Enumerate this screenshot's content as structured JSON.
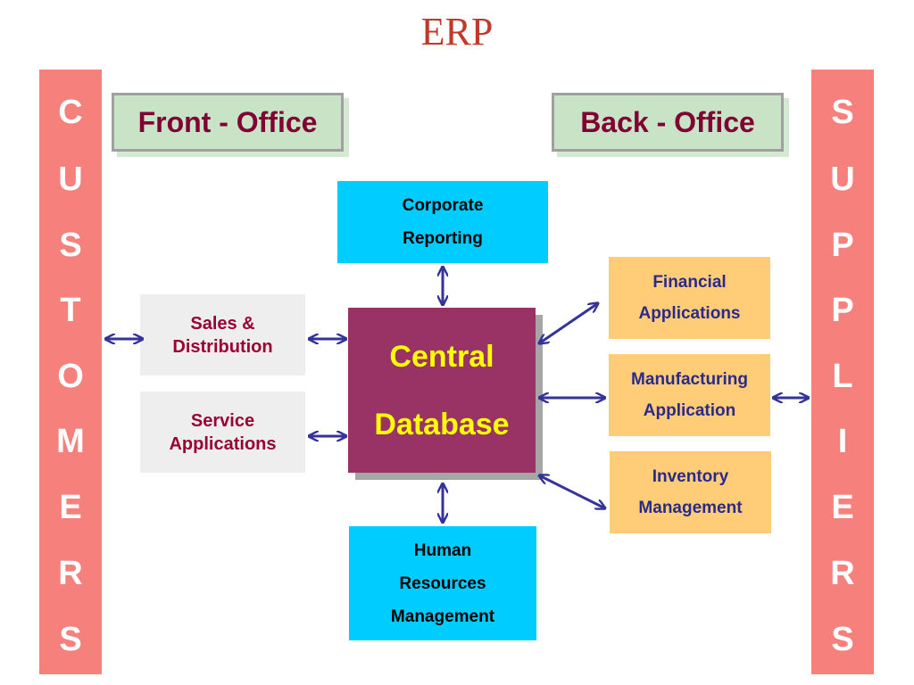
{
  "title": "ERP",
  "customers": [
    "C",
    "U",
    "S",
    "T",
    "O",
    "M",
    "E",
    "R",
    "S"
  ],
  "suppliers": [
    "S",
    "U",
    "P",
    "P",
    "L",
    "I",
    "E",
    "R",
    "S"
  ],
  "front_office": "Front - Office",
  "back_office": "Back - Office",
  "central": [
    "Central",
    "Database"
  ],
  "corporate_reporting": [
    "Corporate",
    "Reporting"
  ],
  "human_resources": [
    "Human",
    "Resources",
    "Management"
  ],
  "sales_distribution": [
    "Sales &",
    "Distribution"
  ],
  "service_applications": [
    "Service",
    "Applications"
  ],
  "financial_applications": [
    "Financial",
    "Applications"
  ],
  "manufacturing_application": [
    "Manufacturing",
    "Application"
  ],
  "inventory_management": [
    "Inventory",
    "Management"
  ],
  "colors": {
    "title": "#c0392b",
    "side_columns": "#f5807c",
    "office_label_bg": "#c8e3c5",
    "office_label_text": "#800033",
    "central_bg": "#993366",
    "central_text": "#ffff00",
    "cyan_box": "#00ccff",
    "grey_box": "#eeeeee",
    "grey_text": "#990033",
    "orange_box": "#ffcc77",
    "orange_text": "#2a2a8c",
    "arrow": "#333399"
  }
}
